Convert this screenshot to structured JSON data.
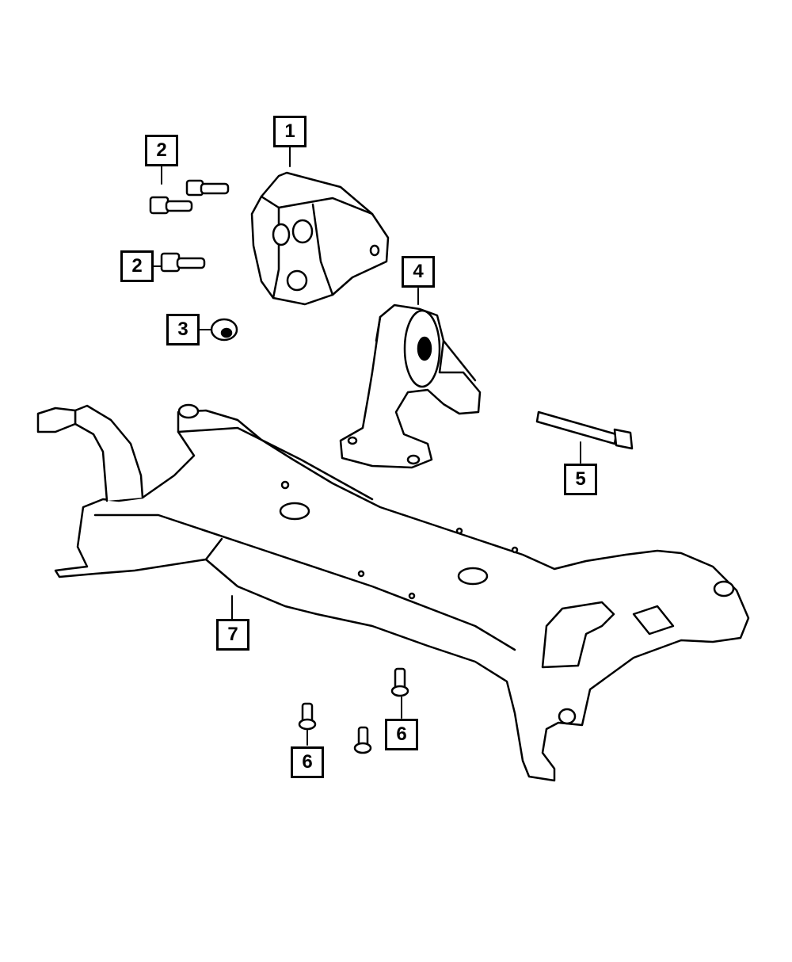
{
  "diagram": {
    "callouts": {
      "c1": "1",
      "c2a": "2",
      "c2b": "2",
      "c3": "3",
      "c4": "4",
      "c5": "5",
      "c6a": "6",
      "c6b": "6",
      "c7": "7"
    },
    "colors": {
      "line": "#000000",
      "fill": "#ffffff",
      "shade": "#cfcfcf"
    }
  }
}
